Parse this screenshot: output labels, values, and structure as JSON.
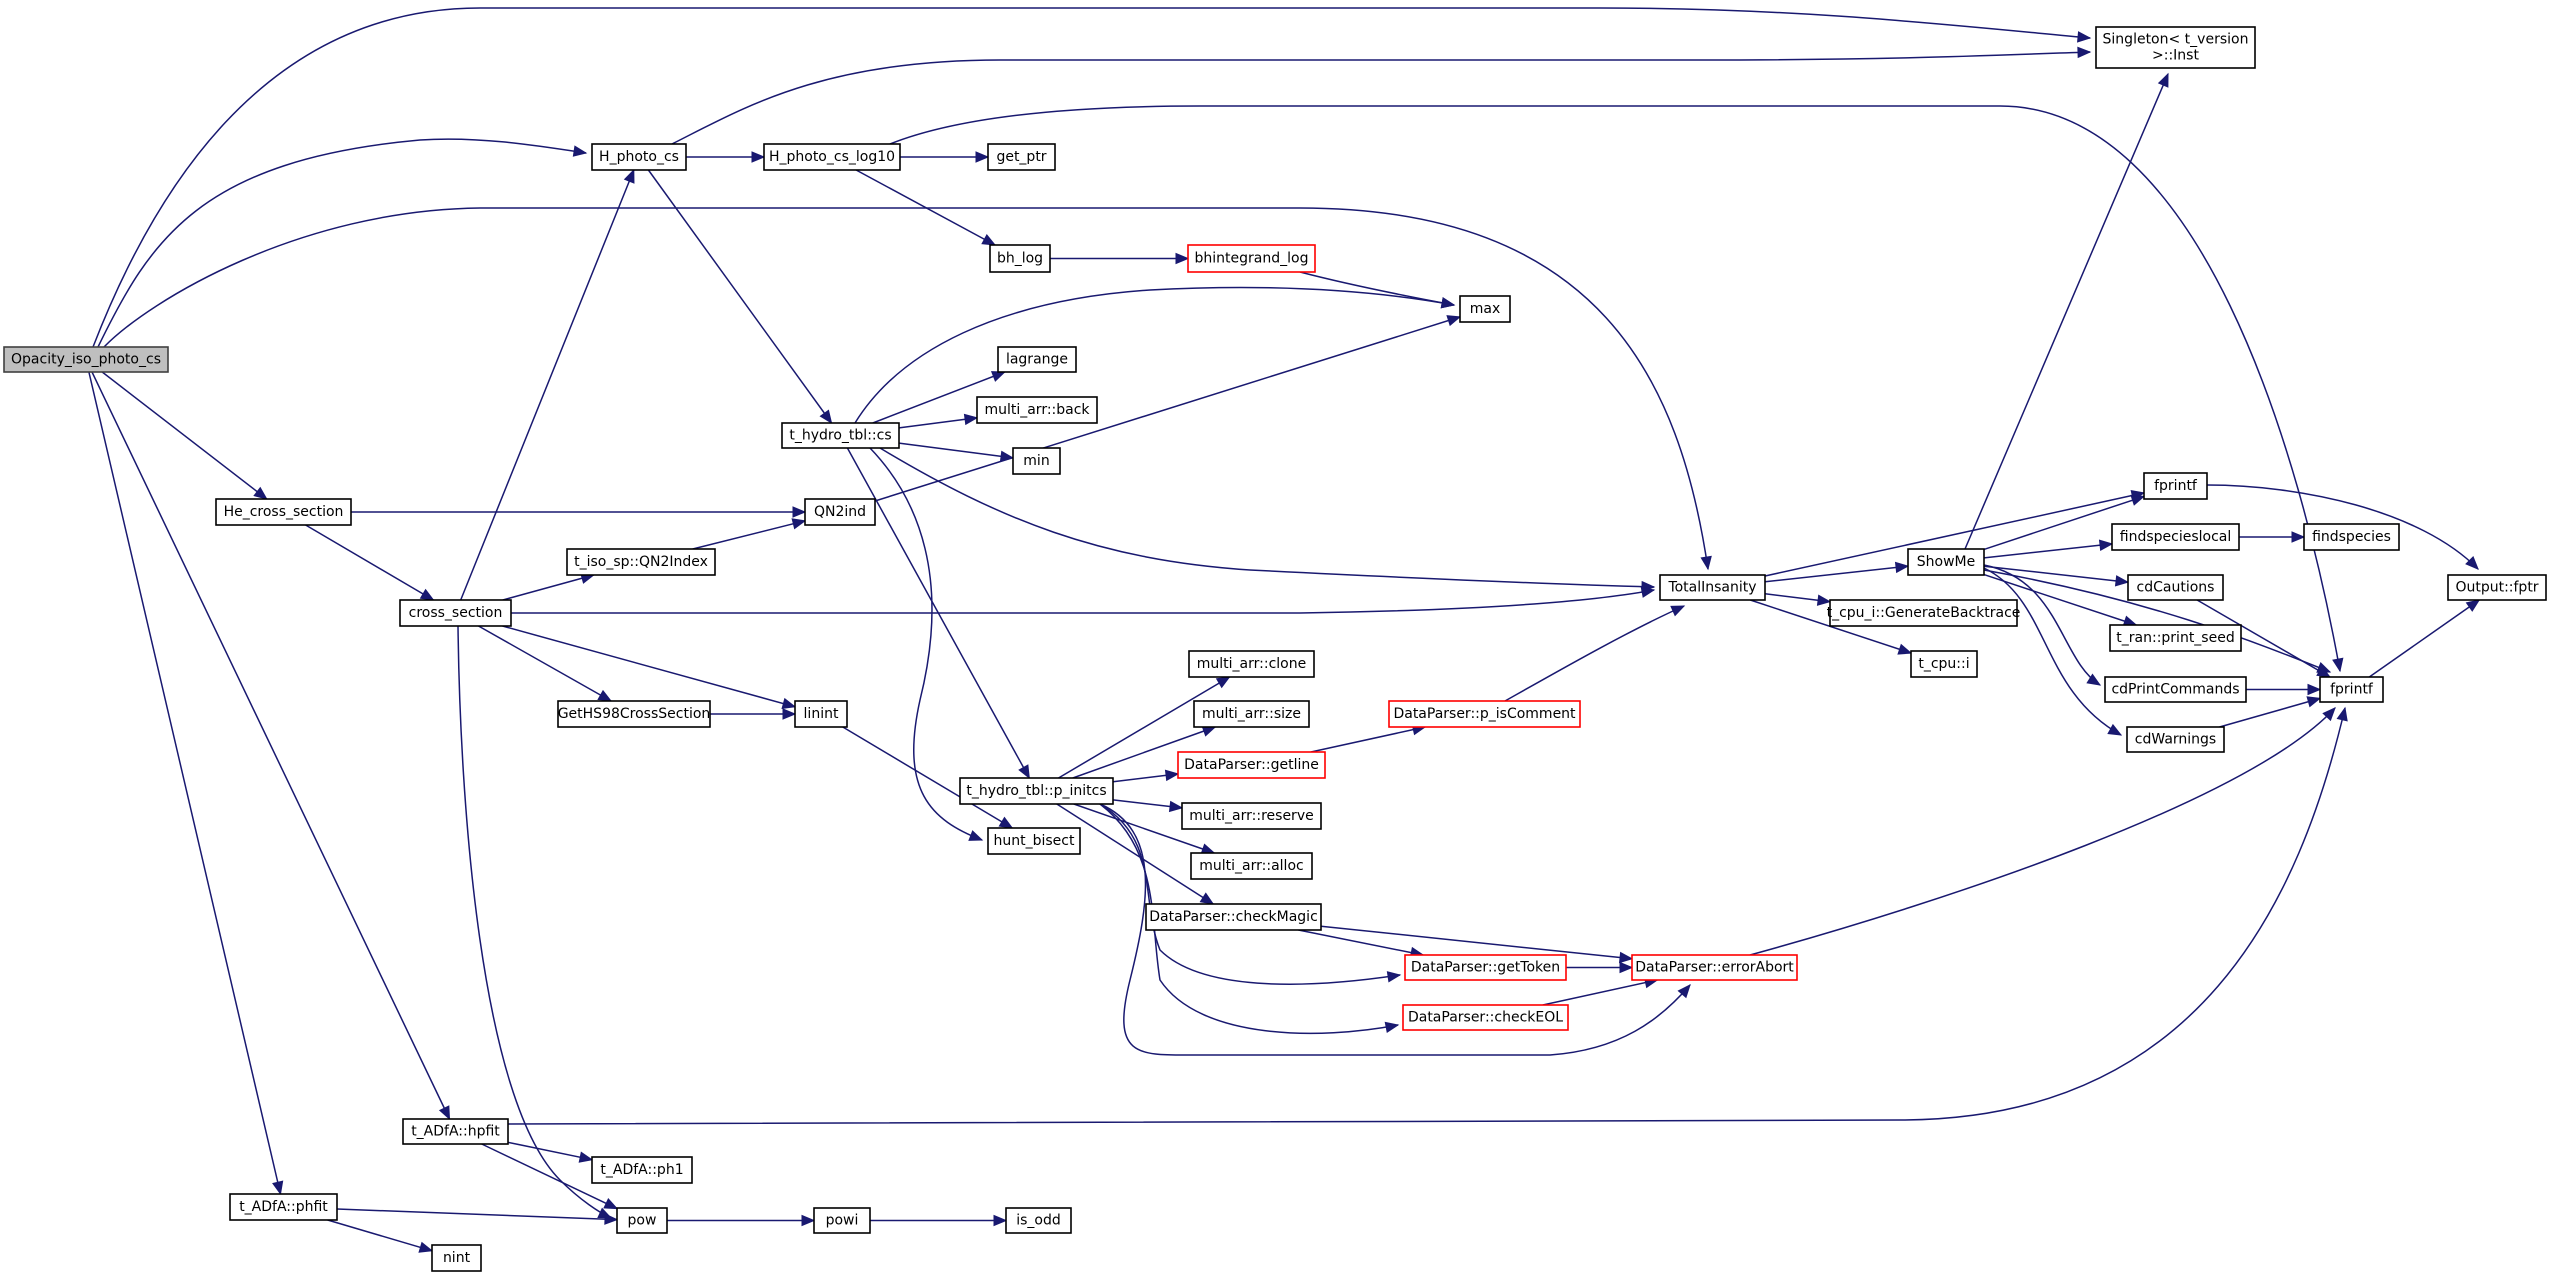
{
  "graph": {
    "type": "call-graph",
    "root": "Opacity_iso_photo_cs",
    "colors": {
      "edge": "#191970",
      "node_border": "#000000",
      "truncated_border": "#ff0000",
      "root_fill": "#bfbfbf"
    },
    "nodes": [
      {
        "id": "opacity",
        "label": "Opacity_iso_photo_cs",
        "style": "root"
      },
      {
        "id": "singleton",
        "label": "Singleton< t_version\n>::Inst",
        "style": "normal"
      },
      {
        "id": "hphotocs",
        "label": "H_photo_cs",
        "style": "normal"
      },
      {
        "id": "hphotocslog10",
        "label": "H_photo_cs_log10",
        "style": "normal"
      },
      {
        "id": "getptr",
        "label": "get_ptr",
        "style": "normal"
      },
      {
        "id": "bhlog",
        "label": "bh_log",
        "style": "normal"
      },
      {
        "id": "bhintegrand",
        "label": "bhintegrand_log",
        "style": "truncated"
      },
      {
        "id": "max",
        "label": "max",
        "style": "normal"
      },
      {
        "id": "lagrange",
        "label": "lagrange",
        "style": "normal"
      },
      {
        "id": "thydrocs",
        "label": "t_hydro_tbl::cs",
        "style": "normal"
      },
      {
        "id": "mback",
        "label": "multi_arr::back",
        "style": "normal"
      },
      {
        "id": "min",
        "label": "min",
        "style": "normal"
      },
      {
        "id": "hecross",
        "label": "He_cross_section",
        "style": "normal"
      },
      {
        "id": "qn2ind",
        "label": "QN2ind",
        "style": "normal"
      },
      {
        "id": "qn2index",
        "label": "t_iso_sp::QN2Index",
        "style": "normal"
      },
      {
        "id": "crosssection",
        "label": "cross_section",
        "style": "normal"
      },
      {
        "id": "geths98",
        "label": "GetHS98CrossSection",
        "style": "normal"
      },
      {
        "id": "linint",
        "label": "linint",
        "style": "normal"
      },
      {
        "id": "mclone",
        "label": "multi_arr::clone",
        "style": "normal"
      },
      {
        "id": "msize",
        "label": "multi_arr::size",
        "style": "normal"
      },
      {
        "id": "getline",
        "label": "DataParser::getline",
        "style": "truncated"
      },
      {
        "id": "pinitcs",
        "label": "t_hydro_tbl::p_initcs",
        "style": "normal"
      },
      {
        "id": "mreserve",
        "label": "multi_arr::reserve",
        "style": "normal"
      },
      {
        "id": "huntbisect",
        "label": "hunt_bisect",
        "style": "normal"
      },
      {
        "id": "malloc",
        "label": "multi_arr::alloc",
        "style": "normal"
      },
      {
        "id": "iscomment",
        "label": "DataParser::p_isComment",
        "style": "truncated"
      },
      {
        "id": "checkmagic",
        "label": "DataParser::checkMagic",
        "style": "normal"
      },
      {
        "id": "gettoken",
        "label": "DataParser::getToken",
        "style": "truncated"
      },
      {
        "id": "errorabort",
        "label": "DataParser::errorAbort",
        "style": "truncated"
      },
      {
        "id": "checkeol",
        "label": "DataParser::checkEOL",
        "style": "truncated"
      },
      {
        "id": "totalinsanity",
        "label": "TotalInsanity",
        "style": "normal"
      },
      {
        "id": "showme",
        "label": "ShowMe",
        "style": "normal"
      },
      {
        "id": "backtrace",
        "label": "t_cpu_i::GenerateBacktrace",
        "style": "normal"
      },
      {
        "id": "tcpui",
        "label": "t_cpu::i",
        "style": "normal"
      },
      {
        "id": "fprintf1",
        "label": "fprintf",
        "style": "normal"
      },
      {
        "id": "findspecieslocal",
        "label": "findspecieslocal",
        "style": "normal"
      },
      {
        "id": "findspecies",
        "label": "findspecies",
        "style": "normal"
      },
      {
        "id": "cdcautions",
        "label": "cdCautions",
        "style": "normal"
      },
      {
        "id": "printseed",
        "label": "t_ran::print_seed",
        "style": "normal"
      },
      {
        "id": "cdprintcommands",
        "label": "cdPrintCommands",
        "style": "normal"
      },
      {
        "id": "fprintf2",
        "label": "fprintf",
        "style": "normal"
      },
      {
        "id": "cdwarnings",
        "label": "cdWarnings",
        "style": "normal"
      },
      {
        "id": "outputfptr",
        "label": "Output::fptr",
        "style": "normal"
      },
      {
        "id": "hpfit",
        "label": "t_ADfA::hpfit",
        "style": "normal"
      },
      {
        "id": "ph1",
        "label": "t_ADfA::ph1",
        "style": "normal"
      },
      {
        "id": "phfit",
        "label": "t_ADfA::phfit",
        "style": "normal"
      },
      {
        "id": "pow",
        "label": "pow",
        "style": "normal"
      },
      {
        "id": "powi",
        "label": "powi",
        "style": "normal"
      },
      {
        "id": "isodd",
        "label": "is_odd",
        "style": "normal"
      },
      {
        "id": "nint",
        "label": "nint",
        "style": "normal"
      }
    ],
    "edges": [
      [
        "opacity",
        "singleton"
      ],
      [
        "opacity",
        "hphotocs"
      ],
      [
        "opacity",
        "totalinsanity"
      ],
      [
        "opacity",
        "hecross"
      ],
      [
        "opacity",
        "hpfit"
      ],
      [
        "opacity",
        "phfit"
      ],
      [
        "hphotocs",
        "singleton"
      ],
      [
        "hphotocs",
        "hphotocslog10"
      ],
      [
        "hphotocs",
        "thydrocs"
      ],
      [
        "hphotocslog10",
        "getptr"
      ],
      [
        "hphotocslog10",
        "bhlog"
      ],
      [
        "hphotocslog10",
        "fprintf2"
      ],
      [
        "bhlog",
        "bhintegrand"
      ],
      [
        "bhintegrand",
        "max"
      ],
      [
        "thydrocs",
        "max"
      ],
      [
        "thydrocs",
        "lagrange"
      ],
      [
        "thydrocs",
        "mback"
      ],
      [
        "thydrocs",
        "min"
      ],
      [
        "thydrocs",
        "totalinsanity"
      ],
      [
        "thydrocs",
        "pinitcs"
      ],
      [
        "thydrocs",
        "huntbisect"
      ],
      [
        "hecross",
        "qn2ind"
      ],
      [
        "hecross",
        "crosssection"
      ],
      [
        "qn2ind",
        "max"
      ],
      [
        "crosssection",
        "hphotocs"
      ],
      [
        "crosssection",
        "qn2index"
      ],
      [
        "crosssection",
        "totalinsanity"
      ],
      [
        "crosssection",
        "geths98"
      ],
      [
        "crosssection",
        "linint"
      ],
      [
        "crosssection",
        "pow"
      ],
      [
        "qn2index",
        "qn2ind"
      ],
      [
        "geths98",
        "linint"
      ],
      [
        "linint",
        "huntbisect"
      ],
      [
        "pinitcs",
        "mclone"
      ],
      [
        "pinitcs",
        "msize"
      ],
      [
        "pinitcs",
        "getline"
      ],
      [
        "pinitcs",
        "mreserve"
      ],
      [
        "pinitcs",
        "malloc"
      ],
      [
        "pinitcs",
        "checkmagic"
      ],
      [
        "pinitcs",
        "gettoken"
      ],
      [
        "pinitcs",
        "checkeol"
      ],
      [
        "pinitcs",
        "errorabort"
      ],
      [
        "getline",
        "iscomment"
      ],
      [
        "iscomment",
        "totalinsanity"
      ],
      [
        "checkmagic",
        "gettoken"
      ],
      [
        "checkmagic",
        "errorabort"
      ],
      [
        "gettoken",
        "errorabort"
      ],
      [
        "checkeol",
        "errorabort"
      ],
      [
        "errorabort",
        "fprintf2"
      ],
      [
        "totalinsanity",
        "fprintf1"
      ],
      [
        "totalinsanity",
        "showme"
      ],
      [
        "totalinsanity",
        "backtrace"
      ],
      [
        "totalinsanity",
        "tcpui"
      ],
      [
        "showme",
        "singleton"
      ],
      [
        "showme",
        "fprintf1"
      ],
      [
        "showme",
        "findspecieslocal"
      ],
      [
        "showme",
        "cdcautions"
      ],
      [
        "showme",
        "printseed"
      ],
      [
        "showme",
        "cdprintcommands"
      ],
      [
        "showme",
        "cdwarnings"
      ],
      [
        "showme",
        "fprintf2"
      ],
      [
        "findspecieslocal",
        "findspecies"
      ],
      [
        "fprintf1",
        "outputfptr"
      ],
      [
        "fprintf2",
        "outputfptr"
      ],
      [
        "cdcautions",
        "fprintf2"
      ],
      [
        "cdprintcommands",
        "fprintf2"
      ],
      [
        "cdwarnings",
        "fprintf2"
      ],
      [
        "hpfit",
        "fprintf2"
      ],
      [
        "hpfit",
        "ph1"
      ],
      [
        "hpfit",
        "pow"
      ],
      [
        "phfit",
        "pow"
      ],
      [
        "phfit",
        "nint"
      ],
      [
        "pow",
        "powi"
      ],
      [
        "powi",
        "isodd"
      ]
    ]
  }
}
